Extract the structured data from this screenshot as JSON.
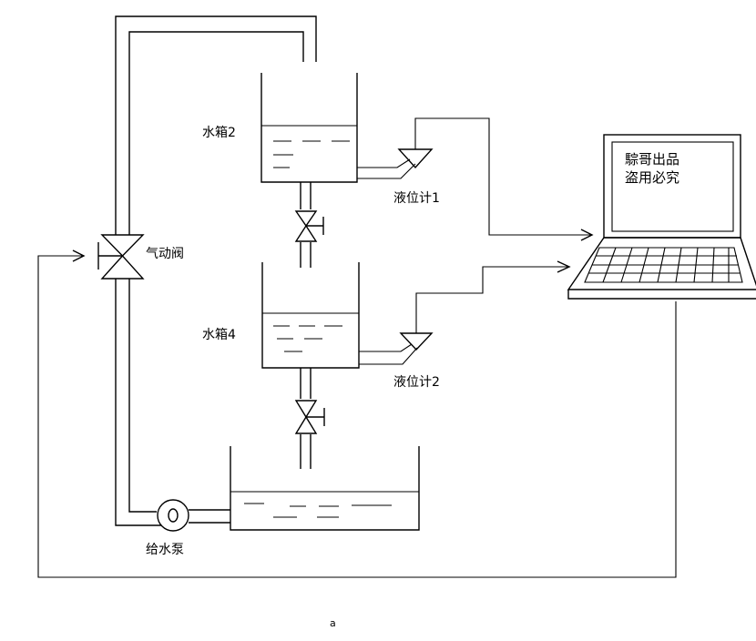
{
  "labels": {
    "tank2": "水箱2",
    "tank4": "水箱4",
    "level_meter_1": "液位计1",
    "level_meter_2": "液位计2",
    "pneumatic_valve": "气动阀",
    "feed_pump": "给水泵",
    "caption": "a"
  },
  "laptop": {
    "screen_line_1": "騌哥出品",
    "screen_line_2": "盗用必究"
  }
}
